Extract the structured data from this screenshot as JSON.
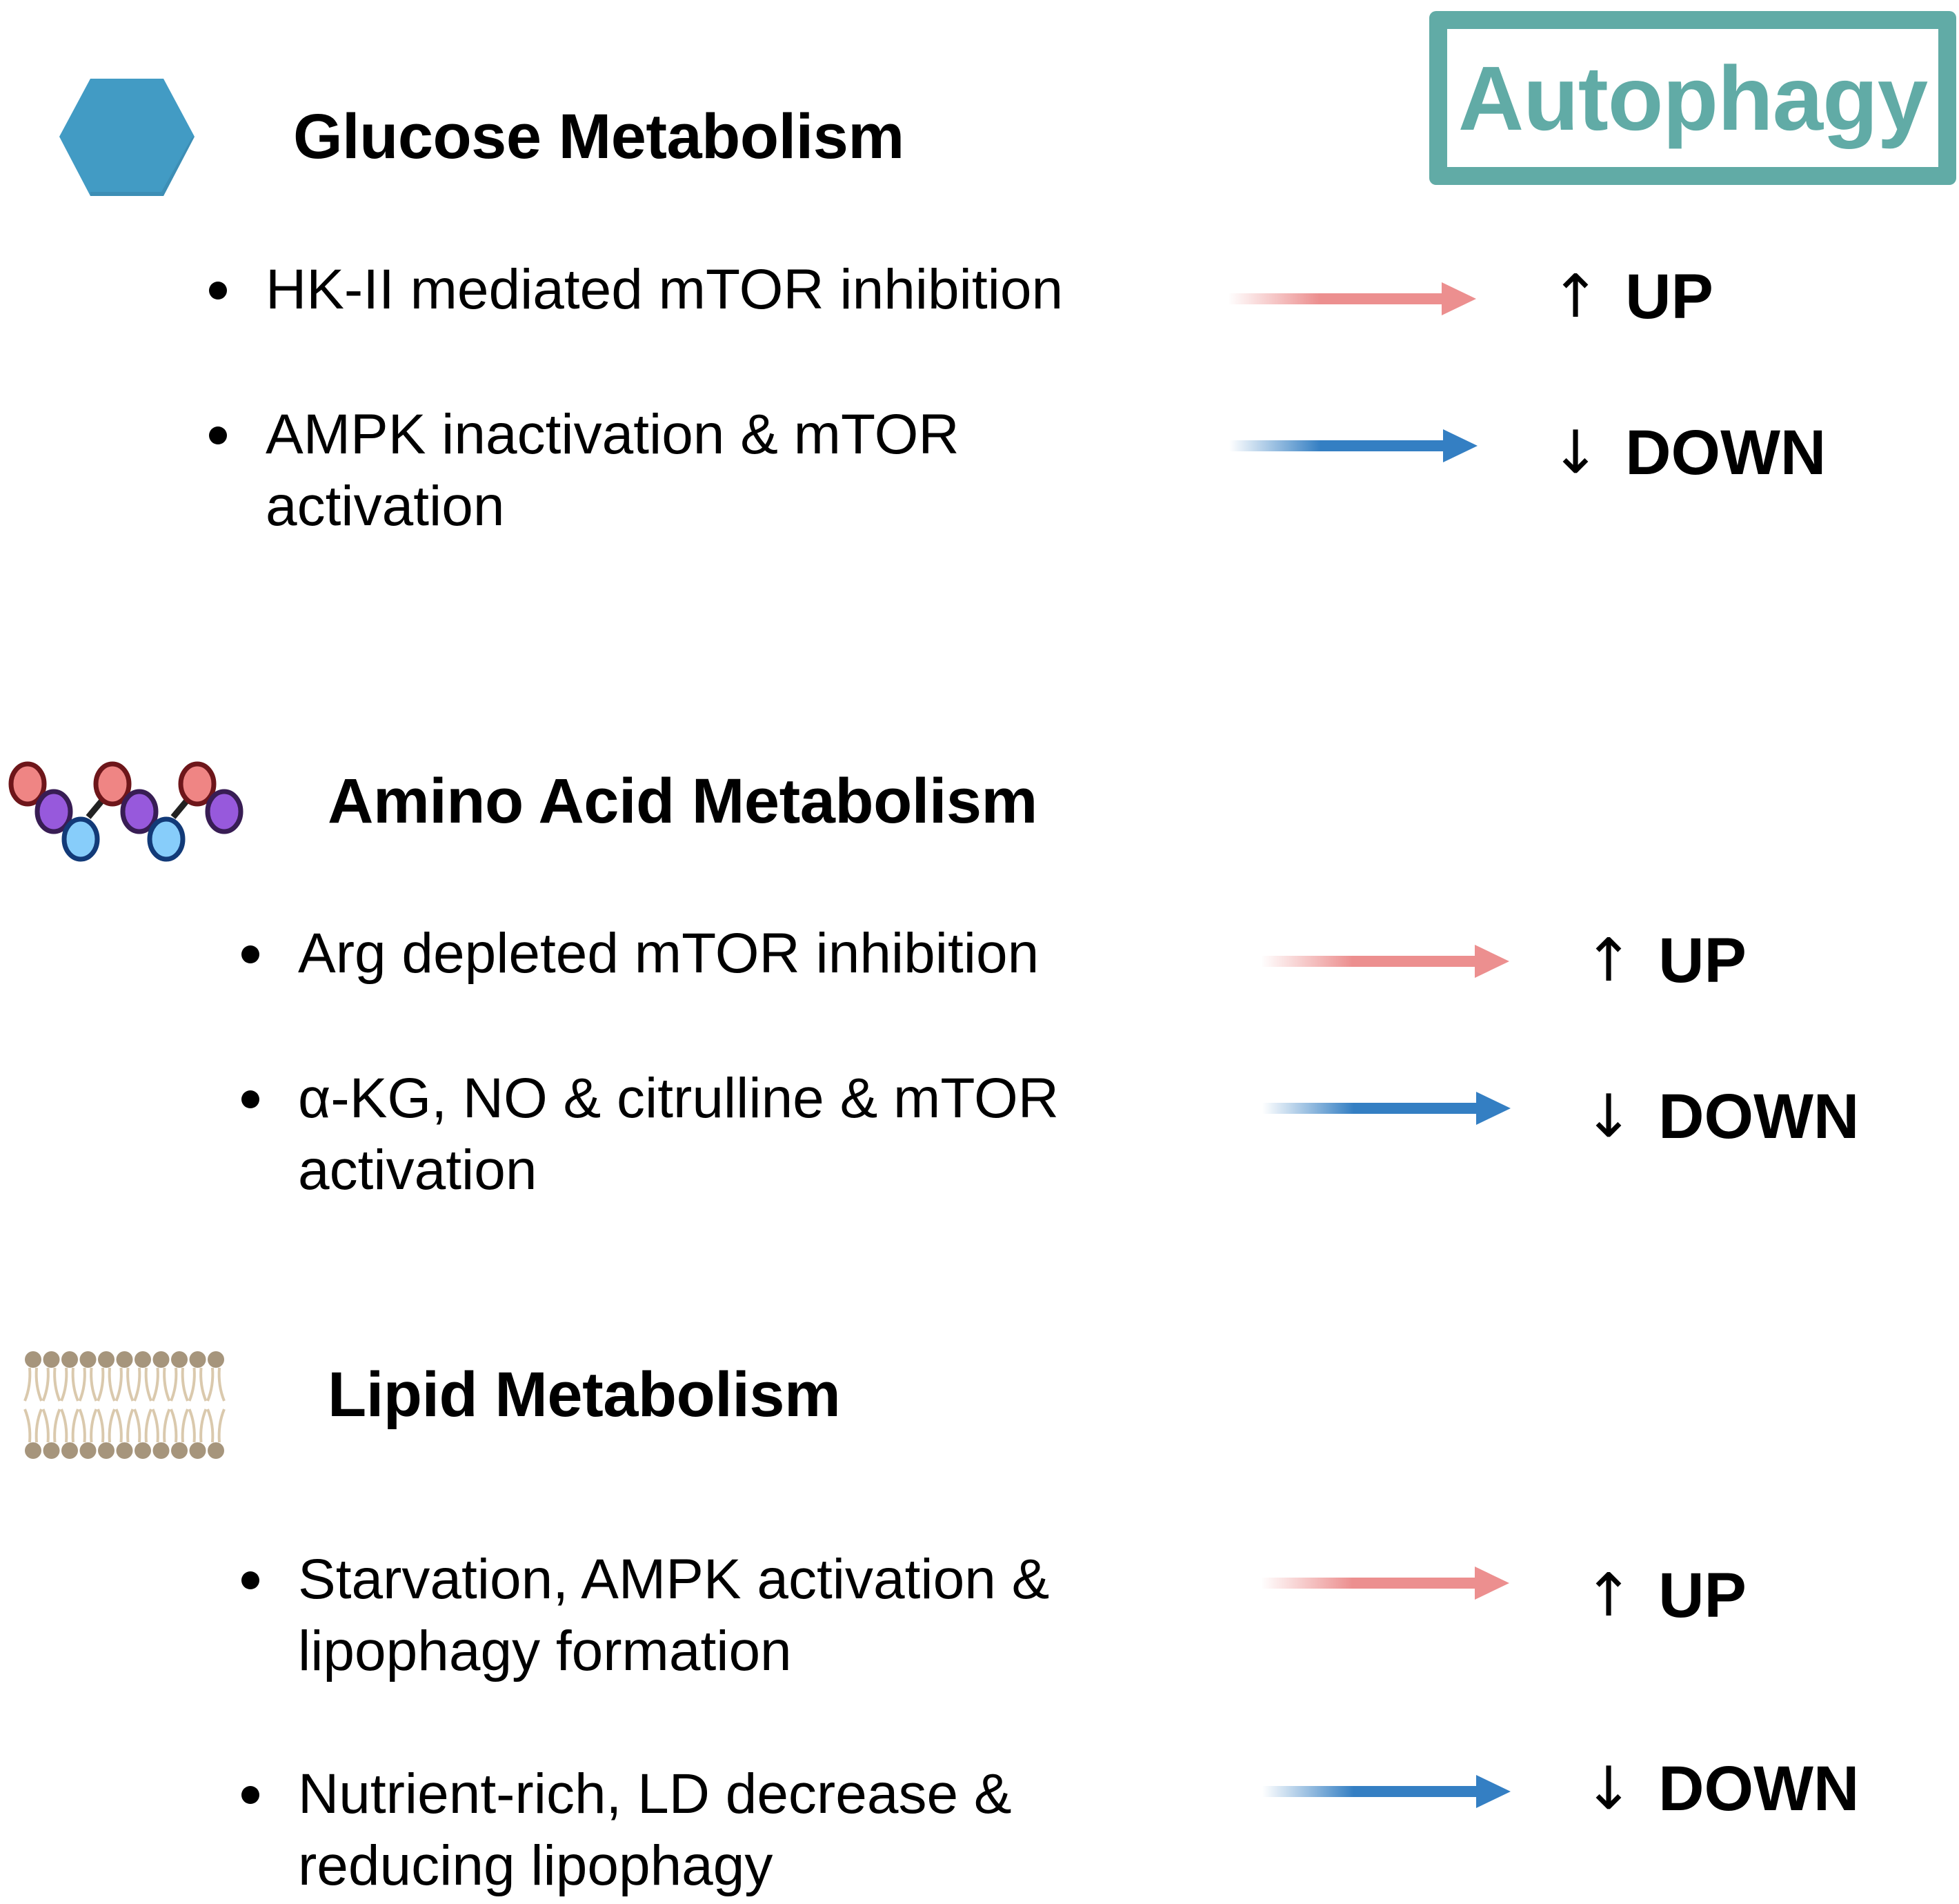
{
  "title_box": {
    "label": "Autophagy",
    "color": "#61aba6"
  },
  "colors": {
    "up_arrow": "#ec8f8f",
    "down_arrow": "#347fc3",
    "glucose_icon": "#429bc4",
    "lipid_head": "#a6957c",
    "lipid_tail": "#dac9ad"
  },
  "sections": [
    {
      "heading": "Glucose Metabolism",
      "icon": "hexagon-glucose-icon",
      "items": [
        {
          "text": "HK-II mediated mTOR inhibition",
          "effect_glyph": "↑",
          "effect": "UP",
          "direction": "up"
        },
        {
          "text": "AMPK inactivation & mTOR\nactivation",
          "effect_glyph": "↓",
          "effect": "DOWN",
          "direction": "down"
        }
      ]
    },
    {
      "heading": "Amino Acid Metabolism",
      "icon": "amino-acid-chain-icon",
      "items": [
        {
          "text": "Arg depleted mTOR inhibition",
          "effect_glyph": "↑",
          "effect": "UP",
          "direction": "up"
        },
        {
          "text": "α-KG, NO & citrulline & mTOR\nactivation",
          "effect_glyph": "↓",
          "effect": "DOWN",
          "direction": "down"
        }
      ]
    },
    {
      "heading": "Lipid Metabolism",
      "icon": "lipid-bilayer-icon",
      "items": [
        {
          "text": "Starvation, AMPK activation &\nlipophagy formation",
          "effect_glyph": "↑",
          "effect": "UP",
          "direction": "up"
        },
        {
          "text": "Nutrient-rich, LD decrease &\nreducing lipophagy",
          "effect_glyph": "↓",
          "effect": "DOWN",
          "direction": "down"
        }
      ]
    }
  ]
}
